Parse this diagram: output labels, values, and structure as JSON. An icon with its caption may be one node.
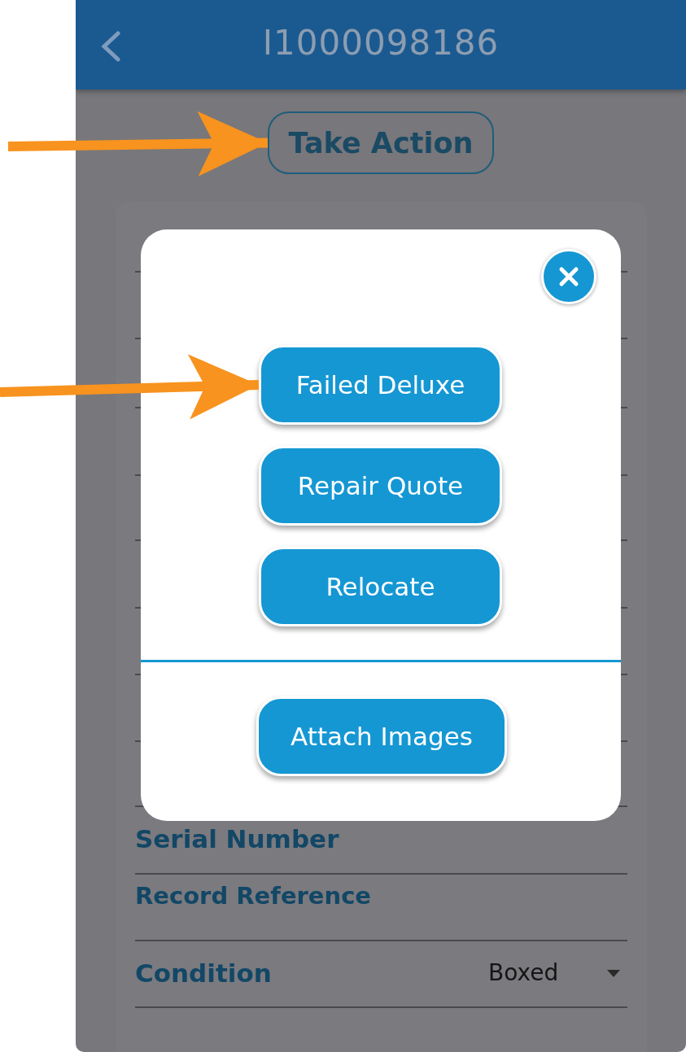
{
  "diagram": {
    "nodes": [
      {
        "text": [
          "Take Action"
        ]
      },
      {
        "text": [],
        "shape": "box"
      },
      {
        "text": [
          "Failed Deluxe"
        ],
        "in": 1
      },
      {
        "text": [
          "Repair Quote"
        ],
        "in": 1
      },
      {
        "text": [
          "Relocate"
        ],
        "in": 1
      },
      {
        "text": [
          "Attach Images"
        ],
        "in": 1
      }
    ],
    "edges": [
      {
        "from": null,
        "to": 0,
        "arrow": "to"
      },
      {
        "from": null,
        "to": 2,
        "arrow": "to"
      }
    ],
    "labels": [
      "I1000098186",
      "Serial Number",
      "Record Reference",
      "Condition",
      "Boxed"
    ]
  }
}
